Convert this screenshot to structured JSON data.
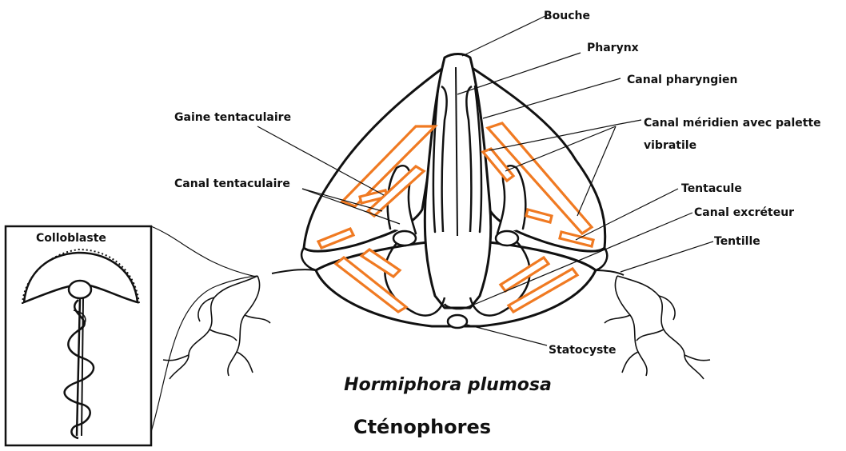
{
  "title": "Hormiphora plumosa",
  "subtitle": "Cténophores",
  "inset_title": "Colloblaste",
  "labels": {
    "bouche": "Bouche",
    "pharynx": "Pharynx",
    "canal_pharyngien": "Canal pharyngien",
    "canal_meridien_line1": "Canal méridien avec palette",
    "canal_meridien_line2": "vibratile",
    "gaine_tentaculaire": "Gaine tentaculaire",
    "canal_tentaculaire": "Canal tentaculaire",
    "tentacule": "Tentacule",
    "canal_excreteur": "Canal excréteur",
    "tentille": "Tentille",
    "statocyste": "Statocyste"
  },
  "colors": {
    "outline": "#111111",
    "canal_orange": "#f07a22",
    "background": "#ffffff"
  }
}
